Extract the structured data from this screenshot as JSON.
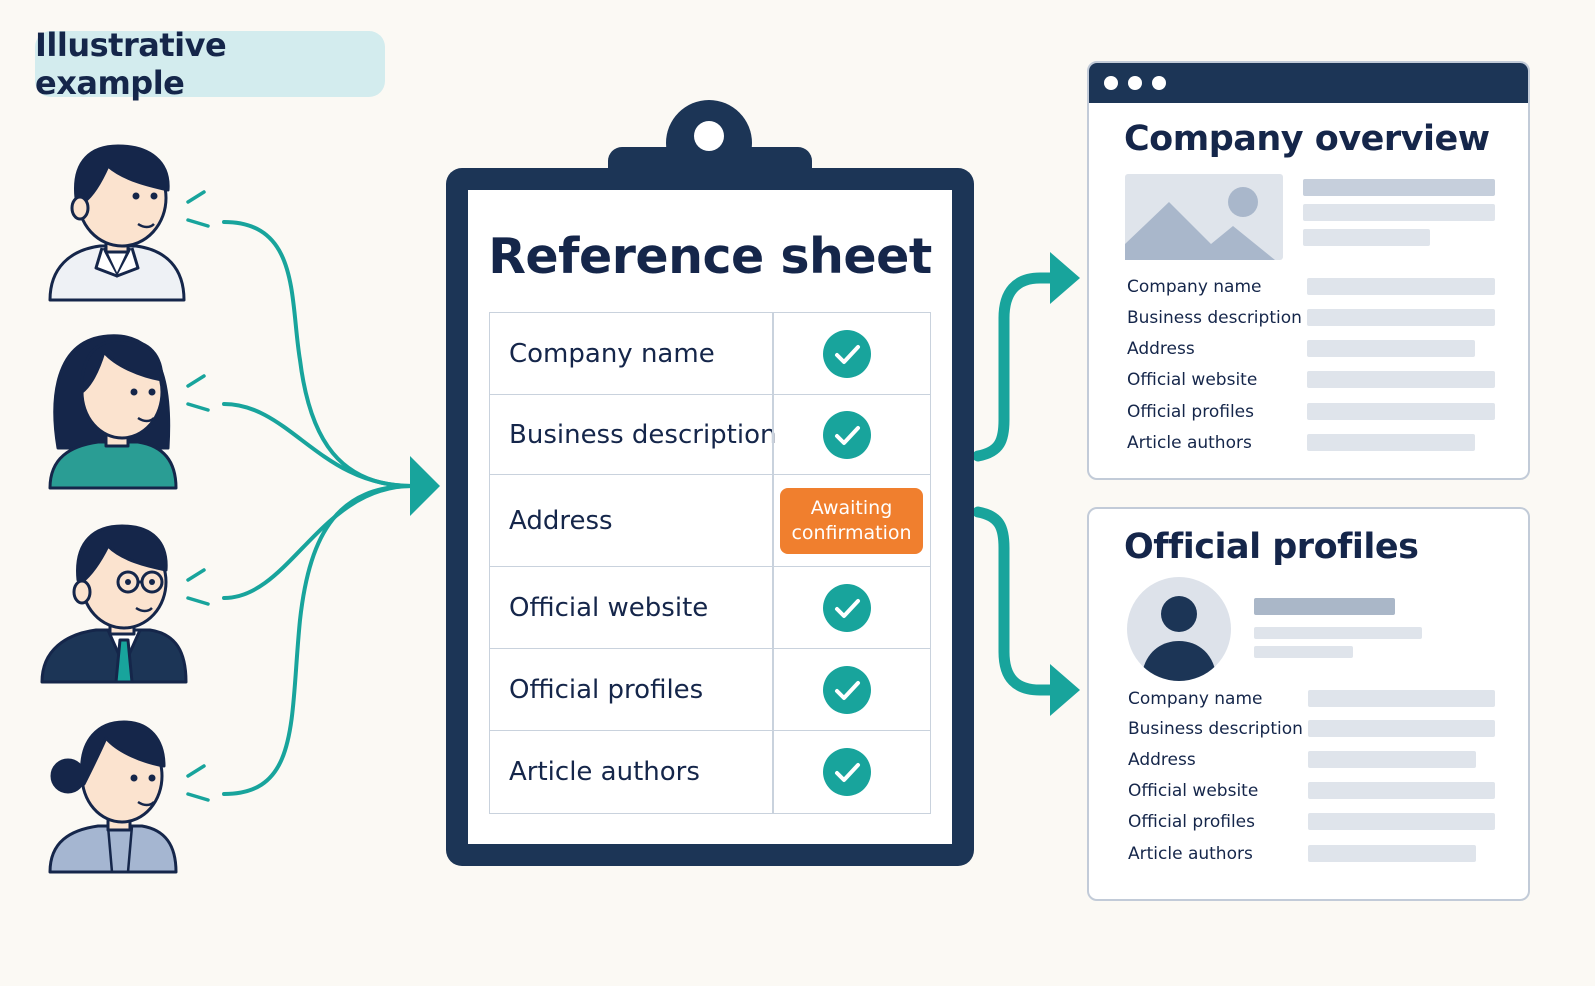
{
  "tag": {
    "label": "Illustrative example"
  },
  "reference_sheet": {
    "title": "Reference sheet",
    "rows": [
      {
        "label": "Company name",
        "status": "check"
      },
      {
        "label": "Business description",
        "status": "check"
      },
      {
        "label": "Address",
        "status": "badge",
        "badge_line1": "Awaiting",
        "badge_line2": "confirmation"
      },
      {
        "label": "Official website",
        "status": "check"
      },
      {
        "label": "Official profiles",
        "status": "check"
      },
      {
        "label": "Article authors",
        "status": "check"
      }
    ]
  },
  "company_overview": {
    "title": "Company overview",
    "fields": [
      "Company name",
      "Business description",
      "Address",
      "Official website",
      "Official profiles",
      "Article authors"
    ]
  },
  "official_profiles": {
    "title": "Official profiles",
    "fields": [
      "Company name",
      "Business description",
      "Address",
      "Official website",
      "Official profiles",
      "Article authors"
    ]
  },
  "people": [
    "person-1-icon",
    "person-2-icon",
    "person-3-icon",
    "person-4-icon"
  ],
  "colors": {
    "navy": "#1c3556",
    "teal": "#18a49c",
    "orange": "#f07f2e",
    "tag_bg": "#d3ecee",
    "text": "#15264a"
  }
}
